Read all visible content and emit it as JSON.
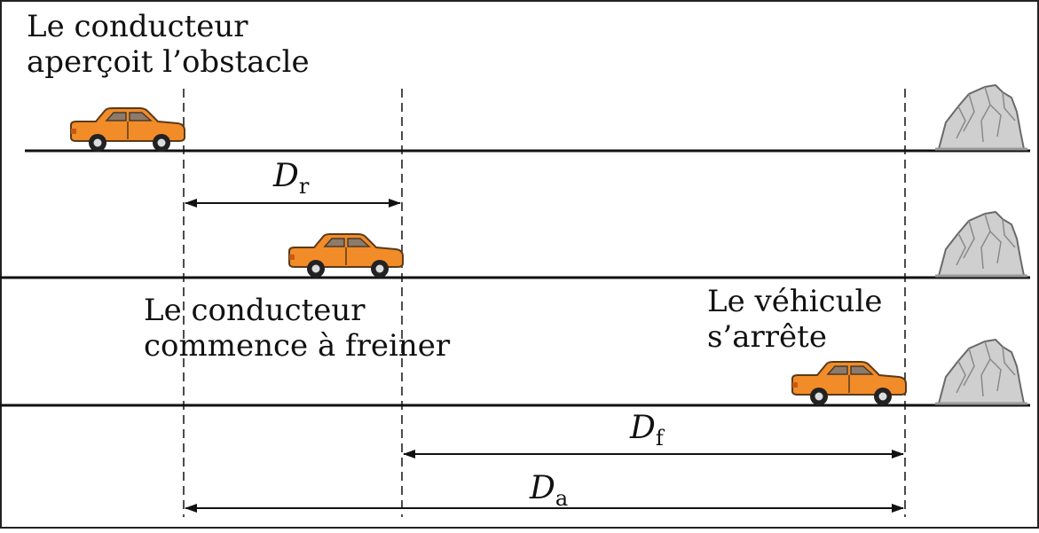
{
  "labels": {
    "sees_obstacle": [
      "Le conducteur",
      "aperçoit l’obstacle"
    ],
    "starts_braking": [
      "Le conducteur",
      "commence à freiner"
    ],
    "vehicle_stops": [
      "Le véhicule",
      "s’arrête"
    ]
  },
  "distances": {
    "reaction": {
      "symbol": "D",
      "subscript": "r"
    },
    "braking": {
      "symbol": "D",
      "subscript": "f"
    },
    "stopping": {
      "symbol": "D",
      "subscript": "a"
    }
  },
  "colors": {
    "car_body": "#f28c28",
    "car_window": "#8c7a6b",
    "rock": "#c8c8c8",
    "line": "#111111"
  }
}
